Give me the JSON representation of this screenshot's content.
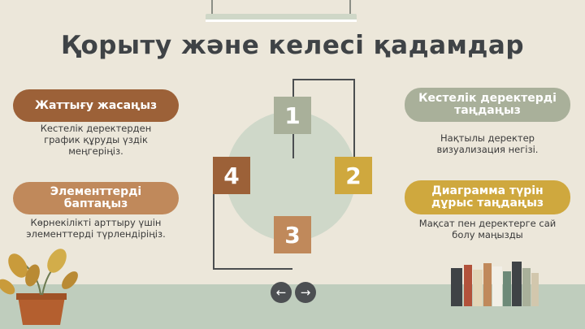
{
  "title": "Қорыту және келесі қадамдар",
  "steps": [
    {
      "number": "1",
      "label": "Кестелік деректерді таңдаңыз",
      "desc": "Нақтылы деректер визуализация негізі."
    },
    {
      "number": "2",
      "label": "Диаграмма түрін дұрыс таңдаңыз",
      "desc": "Мақсат пен деректерге сай болу маңызды"
    },
    {
      "number": "3",
      "label": "Элементтерді баптаңыз",
      "desc": "Көрнекілікті арттыру үшін элементтерді түрлендіріңіз."
    },
    {
      "number": "4",
      "label": "Жаттығу жасаңыз",
      "desc": "Кестелік деректерден график құруды үздік меңгеріңіз."
    }
  ],
  "nav": {
    "prev_icon": "←",
    "next_icon": "→"
  },
  "colors": {
    "bg": "#ece7da",
    "step1": "#a9b09a",
    "step2": "#cfa83e",
    "step3": "#c0895b",
    "step4": "#9c6138",
    "title": "#3f4346"
  }
}
